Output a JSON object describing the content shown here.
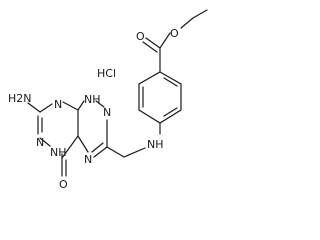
{
  "molecule": {
    "labels": {
      "salt": "HCl",
      "ester_oxygen_double": "O",
      "ester_oxygen_single": "O",
      "amine_linker": "NH",
      "triazine_nh": "NH",
      "triazine_n_top": "N",
      "triazine_n_bottom": "N",
      "pyrimidine_n_top": "N",
      "pyrimidine_n_left": "N",
      "ring_nh_bottom": "NH",
      "amino_group": "H2N",
      "carbonyl_oxygen": "O"
    }
  }
}
